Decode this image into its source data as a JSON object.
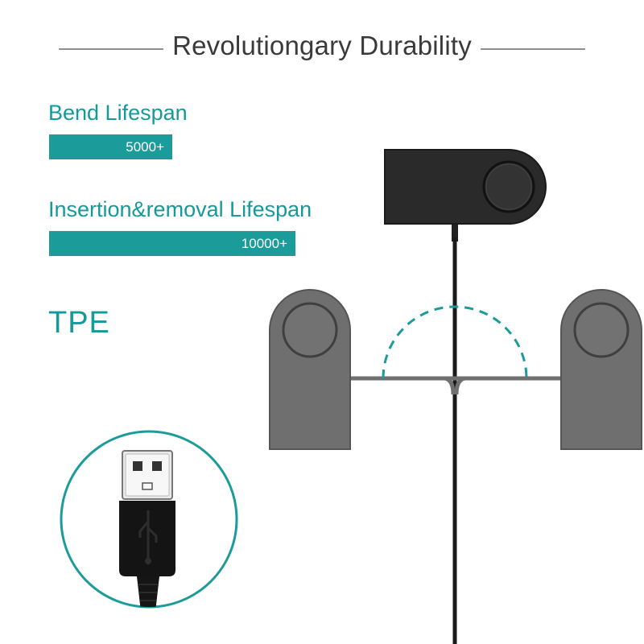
{
  "header": {
    "title": "Revolutiongary Durability"
  },
  "specs": [
    {
      "label": "Bend Lifespan",
      "value_text": "5000+",
      "level": 0.2
    },
    {
      "label": "Insertion&removal Lifespan",
      "value_text": "10000+",
      "level": 0.4
    }
  ],
  "material": {
    "label": "TPE"
  },
  "colors": {
    "accent": "#1c9b9b",
    "accent_text": "#139a9a",
    "dock_dark": "#2c2c2c",
    "dock_gray": "#6f6f6f",
    "cable": "#1a1a1a"
  },
  "icons": [
    "charging-dock-illustration",
    "bend-angle-arc",
    "usb-plug-illustration"
  ]
}
